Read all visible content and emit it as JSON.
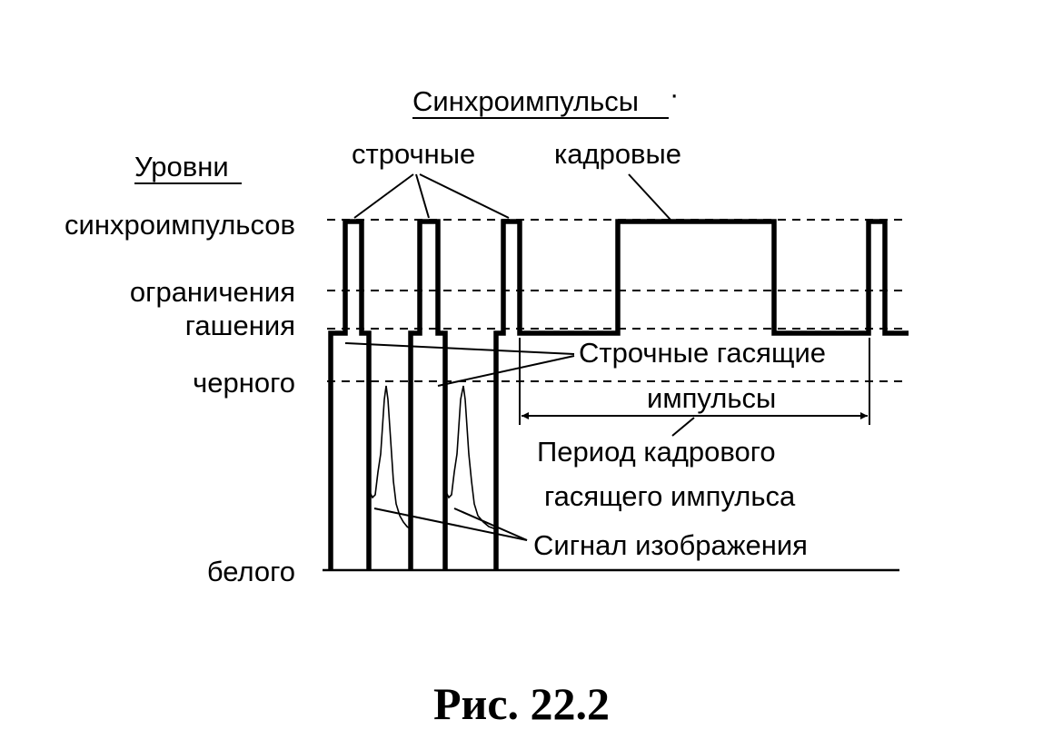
{
  "levels_title": "Уровни",
  "levels": {
    "sync": "синхроимпульсов",
    "clip": "ограничения",
    "blank": "гашения",
    "black": "черного",
    "white": "белого"
  },
  "sync_title": "Синхроимпульсы",
  "sync_title_mark": "·",
  "line_sync": "строчные",
  "frame_sync": "кадровые",
  "line_blanking_1": "Строчные гасящие",
  "line_blanking_2": "импульсы",
  "frame_period_1": "Период кадрового",
  "frame_period_2": "гасящего импульса",
  "video_signal": "Сигнал изображения",
  "caption": "Рис. 22.2"
}
